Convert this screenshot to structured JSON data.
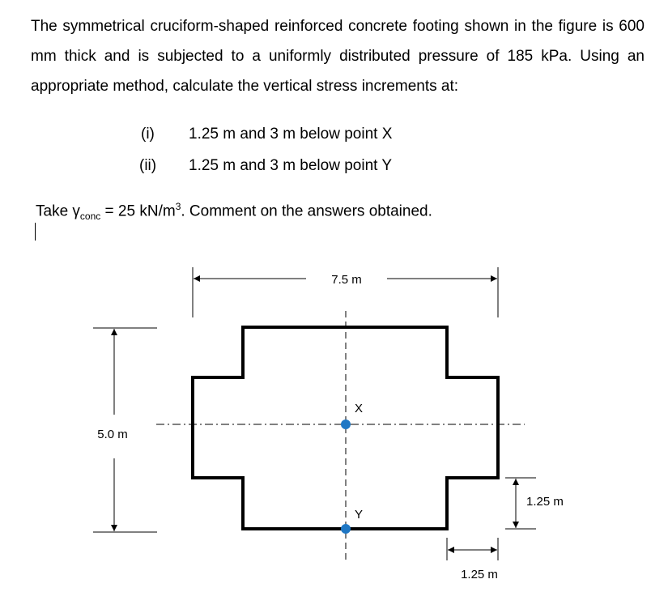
{
  "problem": {
    "paragraph": "The symmetrical cruciform-shaped reinforced concrete footing shown in the figure is 600 mm thick and is subjected to a uniformly distributed pressure of 185 kPa. Using an appropriate method, calculate the vertical stress increments at:",
    "items": [
      {
        "num": "(i)",
        "text": "1.25 m and 3 m below point X"
      },
      {
        "num": "(ii)",
        "text": "1.25 m and 3 m below point Y"
      }
    ],
    "take_prefix": "Take ",
    "gamma_symbol": "γ",
    "gamma_sub": "conc",
    "take_value": " = 25 kN/m",
    "take_exp": "3",
    "take_suffix": ". Comment on the answers obtained."
  },
  "figure": {
    "width_label": "7.5 m",
    "height_label": "5.0 m",
    "point_x_label": "X",
    "point_y_label": "Y",
    "notch_height_label": "1.25 m",
    "notch_width_label": "1.25 m",
    "outline_color": "#000000",
    "point_color": "#1f77c4"
  }
}
